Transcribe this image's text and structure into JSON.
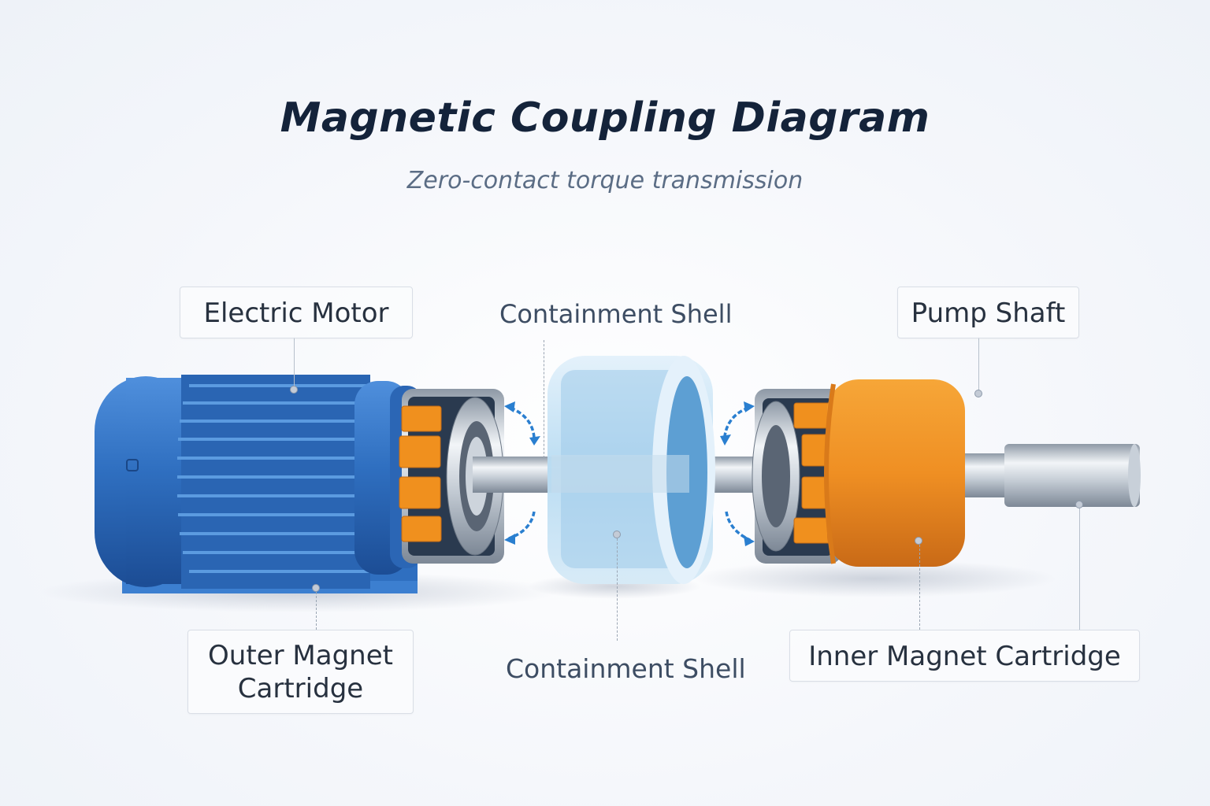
{
  "header": {
    "title": "Magnetic Coupling Diagram",
    "subtitle": "Zero-contact torque transmission"
  },
  "labels": {
    "electric_motor": "Electric Motor",
    "containment_shell_top": "Containment Shell",
    "pump_shaft": "Pump Shaft",
    "outer_magnet_cartridge_line1": "Outer Magnet",
    "outer_magnet_cartridge_line2": "Cartridge",
    "containment_shell_bottom": "Containment Shell",
    "inner_magnet_cartridge": "Inner Magnet Cartridge"
  },
  "components": [
    {
      "name": "Electric Motor",
      "color": "#2f6fc0"
    },
    {
      "name": "Outer Magnet Cartridge",
      "color": "#f0901e"
    },
    {
      "name": "Containment Shell",
      "color": "#a9d2ee"
    },
    {
      "name": "Inner Magnet Cartridge",
      "color": "#ee8c22"
    },
    {
      "name": "Pump Shaft",
      "color": "#b9c3cd"
    }
  ],
  "colors": {
    "title": "#14233a",
    "subtitle": "#5b6d85",
    "motor_blue": "#2f6fc0",
    "magnet_orange": "#f0901e",
    "shell_blue": "#a9d2ee",
    "shaft_steel": "#b9c3cd",
    "rotation_arrow": "#2a7fd0"
  }
}
